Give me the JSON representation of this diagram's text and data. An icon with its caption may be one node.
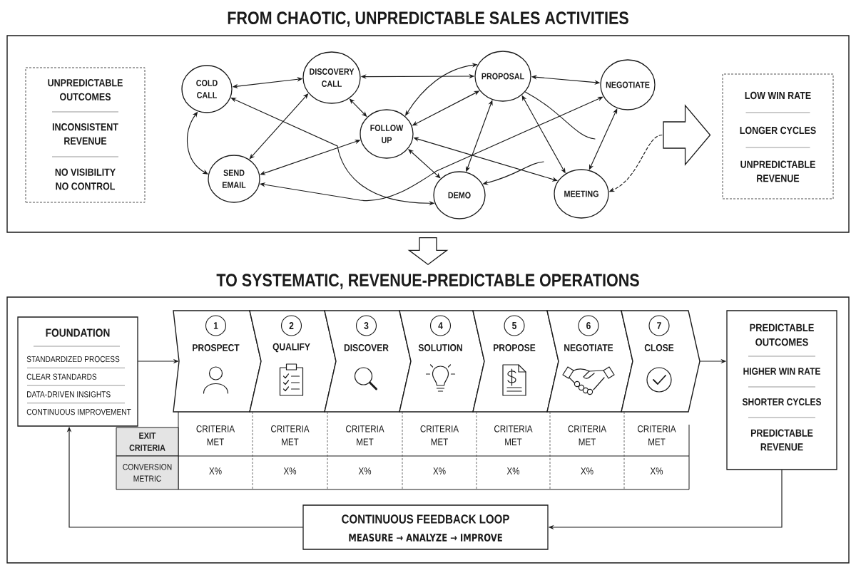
{
  "diagram": {
    "nodes": [
      {
        "text": [
          "FROM CHAOTIC, UNPREDICTABLE SALES ACTIVITIES"
        ]
      },
      {
        "text": [
          "UNPREDICTABLE OUTCOMES",
          "INCONSISTENT REVENUE",
          "NO VISIBILITY NO CONTROL"
        ],
        "in": 0
      },
      {
        "text": [
          "COLD CALL"
        ],
        "in": 0
      },
      {
        "text": [
          "DISCOVERY CALL"
        ],
        "in": 0
      },
      {
        "text": [
          "PROPOSAL"
        ],
        "in": 0
      },
      {
        "text": [
          "NEGOTIATE"
        ],
        "in": 0
      },
      {
        "text": [
          "FOLLOW UP"
        ],
        "in": 0
      },
      {
        "text": [
          "SEND EMAIL"
        ],
        "in": 0
      },
      {
        "text": [
          "DEMO"
        ],
        "in": 0
      },
      {
        "text": [
          "MEETING"
        ],
        "in": 0
      },
      {
        "text": [
          "LOW WIN RATE",
          "LONGER CYCLES",
          "UNPREDICTABLE REVENUE"
        ],
        "in": 0
      },
      {
        "text": [
          "TO SYSTEMATIC, REVENUE-PREDICTABLE OPERATIONS"
        ]
      },
      {
        "text": [
          "FOUNDATION",
          "STANDARDIZED PROCESS",
          "CLEAR STANDARDS",
          "DATA-DRIVEN INSIGHTS",
          "CONTINUOUS IMPROVEMENT"
        ],
        "in": 11
      },
      {
        "text": [
          "PROSPECT"
        ],
        "in": 11
      },
      {
        "text": [
          "1"
        ],
        "in": 13
      },
      {
        "text": [
          "QUALIFY"
        ],
        "in": 11
      },
      {
        "text": [
          "2"
        ],
        "in": 15
      },
      {
        "text": [
          "DISCOVER"
        ],
        "in": 11
      },
      {
        "text": [
          "3"
        ],
        "in": 17
      },
      {
        "text": [
          "SOLUTION"
        ],
        "in": 11
      },
      {
        "text": [
          "4"
        ],
        "in": 19
      },
      {
        "text": [
          "PROPOSE"
        ],
        "in": 11
      },
      {
        "text": [
          "5"
        ],
        "in": 21
      },
      {
        "text": [
          "NEGOTIATE"
        ],
        "in": 11
      },
      {
        "text": [
          "6"
        ],
        "in": 23
      },
      {
        "text": [
          "CLOSE"
        ],
        "in": 11
      },
      {
        "text": [
          "7"
        ],
        "in": 25
      },
      {
        "text": [
          "PREDICTABLE OUTCOMES",
          "HIGHER WIN RATE",
          "SHORTER CYCLES",
          "PREDICTABLE REVENUE"
        ],
        "in": 11
      },
      {
        "text": [
          "CONTINUOUS FEEDBACK LOOP",
          "MEASURE → ANALYZE → IMPROVE"
        ],
        "in": 11
      }
    ],
    "edges": [
      {
        "from": 2,
        "to": 3,
        "arrow": "both"
      },
      {
        "from": 2,
        "to": 7,
        "arrow": "both"
      },
      {
        "from": 2,
        "to": 8,
        "arrow": "both"
      },
      {
        "from": 3,
        "to": 7,
        "arrow": "both"
      },
      {
        "from": 3,
        "to": 6,
        "arrow": "both"
      },
      {
        "from": 3,
        "to": 4,
        "arrow": "both"
      },
      {
        "from": 6,
        "to": 4,
        "arrow": "both"
      },
      {
        "from": 6,
        "to": 4,
        "arrow": "both"
      },
      {
        "from": 6,
        "to": 9,
        "arrow": "both"
      },
      {
        "from": 6,
        "to": 8,
        "arrow": "both"
      },
      {
        "from": 7,
        "to": 6,
        "arrow": "both"
      },
      {
        "from": 7,
        "to": 5,
        "arrow": "both"
      },
      {
        "from": 4,
        "to": 5,
        "arrow": "both"
      },
      {
        "from": 4,
        "to": 8,
        "arrow": "both"
      },
      {
        "from": 4,
        "to": 9,
        "arrow": "both"
      },
      {
        "from": 4,
        "to": null,
        "arrow": "none"
      },
      {
        "from": 5,
        "to": 9,
        "arrow": "both"
      },
      {
        "from": null,
        "to": 8,
        "arrow": "to"
      },
      {
        "from": null,
        "to": 9,
        "arrow": "to",
        "style": "dashed"
      },
      {
        "from": null,
        "to": 10,
        "arrow": "to"
      },
      {
        "from": 0,
        "to": 11,
        "arrow": "to"
      },
      {
        "from": 12,
        "to": 13,
        "arrow": "to"
      },
      {
        "from": 25,
        "to": 27,
        "arrow": "to"
      },
      {
        "from": 27,
        "to": 28,
        "arrow": "to"
      },
      {
        "from": 28,
        "to": 12,
        "arrow": "to"
      }
    ],
    "labels": [
      "EXIT CRITERIA",
      "CRITERIA MET",
      "CRITERIA MET",
      "CRITERIA MET",
      "CRITERIA MET",
      "CRITERIA MET",
      "CRITERIA MET",
      "CRITERIA MET",
      "CONVERSION METRIC",
      "X%",
      "X%",
      "X%",
      "X%",
      "X%",
      "X%",
      "X%"
    ]
  }
}
